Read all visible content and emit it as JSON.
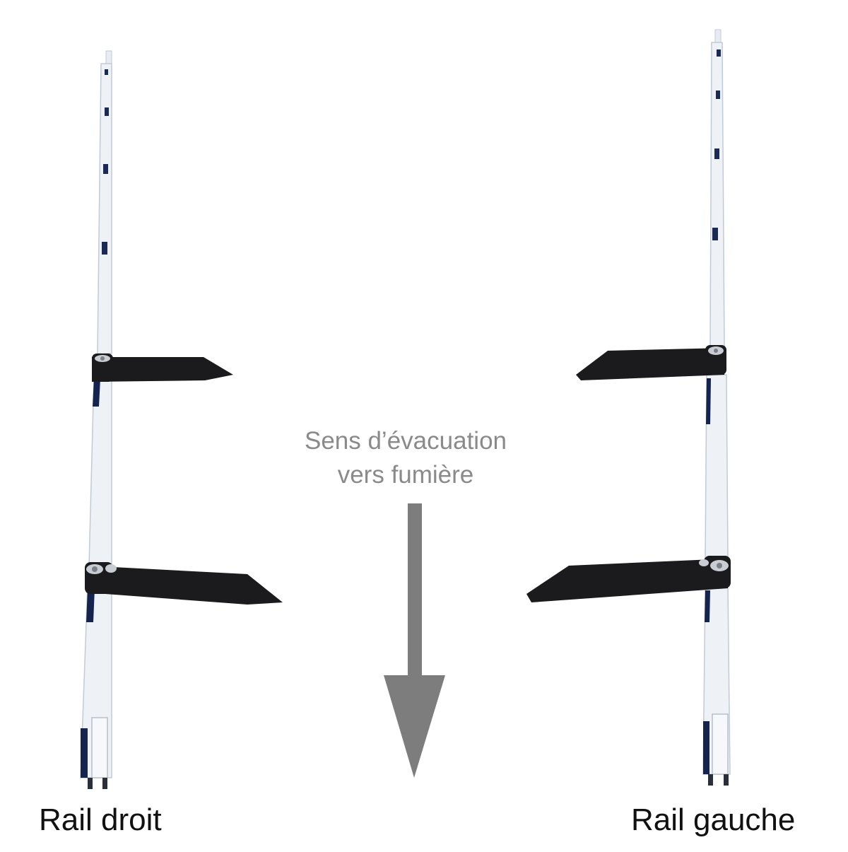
{
  "direction_text": {
    "line1": "Sens d’évacuation",
    "line2": "vers fumière"
  },
  "rails": {
    "left_label": "Rail droit",
    "right_label": "Rail gauche"
  },
  "colors": {
    "rail_body": "#eef1f6",
    "rail_edge": "#c3cad6",
    "rail_shadow": "#15234f",
    "paddle": "#1b1b1d",
    "arrow": "#7d7d7d",
    "direction_text": "#8a8a8a",
    "label_text": "#111111"
  }
}
